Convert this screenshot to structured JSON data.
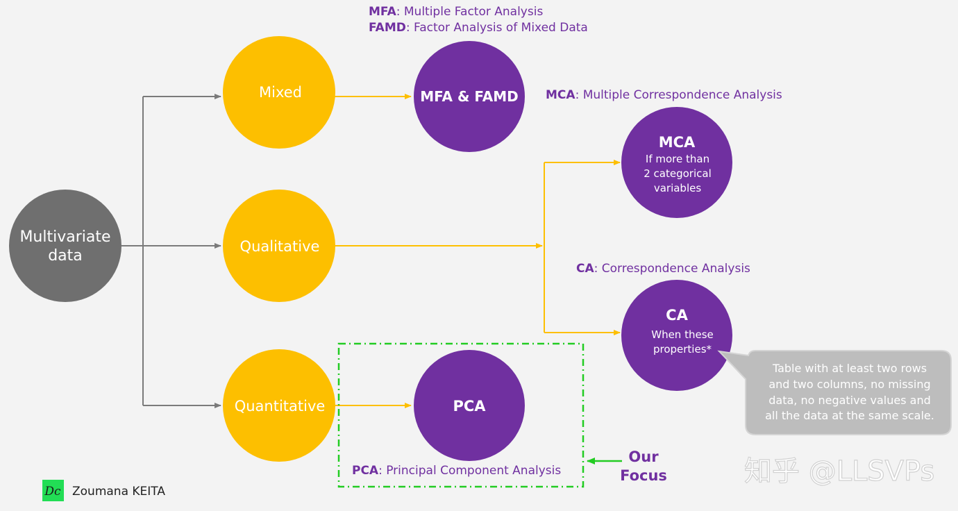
{
  "colors": {
    "gray_node": "#6f6f6f",
    "yellow_node": "#fdbf00",
    "purple_node": "#7030a0",
    "gray_arrow": "#7a7a7a",
    "yellow_arrow": "#fdbf00",
    "focus_box": "#22cc22",
    "callout_bg": "#bdbdbd",
    "logo_bg": "#22dd55"
  },
  "nodes": {
    "root": {
      "line1": "Multivariate",
      "line2": "data"
    },
    "mixed": {
      "label": "Mixed"
    },
    "qualitative": {
      "label": "Qualitative"
    },
    "quantitative": {
      "label": "Quantitative"
    },
    "mfa_famd": {
      "label": "MFA & FAMD"
    },
    "mca": {
      "title": "MCA",
      "line1": "If more than",
      "line2": "2 categorical",
      "line3": "variables"
    },
    "ca": {
      "title": "CA",
      "line1": "When these",
      "line2": "properties*"
    },
    "pca": {
      "label": "PCA"
    }
  },
  "legends": {
    "mfa": {
      "abbr": "MFA",
      "text": ": Multiple Factor Analysis"
    },
    "famd": {
      "abbr": "FAMD",
      "text": ": Factor Analysis of Mixed Data"
    },
    "mca": {
      "abbr": "MCA",
      "text": ": Multiple Correspondence Analysis"
    },
    "ca": {
      "abbr": "CA",
      "text": ": Correspondence Analysis"
    },
    "pca": {
      "abbr": "PCA",
      "text": ": Principal Component Analysis"
    }
  },
  "callout": {
    "line1": "Table with at least two rows",
    "line2": "and two columns, no missing",
    "line3": "data, no negative values  and",
    "line4": "all the data at the same scale."
  },
  "focus": {
    "line1": "Our",
    "line2": "Focus"
  },
  "author": {
    "logo_glyph": "Dc",
    "name": "Zoumana KEITA"
  },
  "watermark": {
    "text": "知乎 @LLSVPs"
  }
}
